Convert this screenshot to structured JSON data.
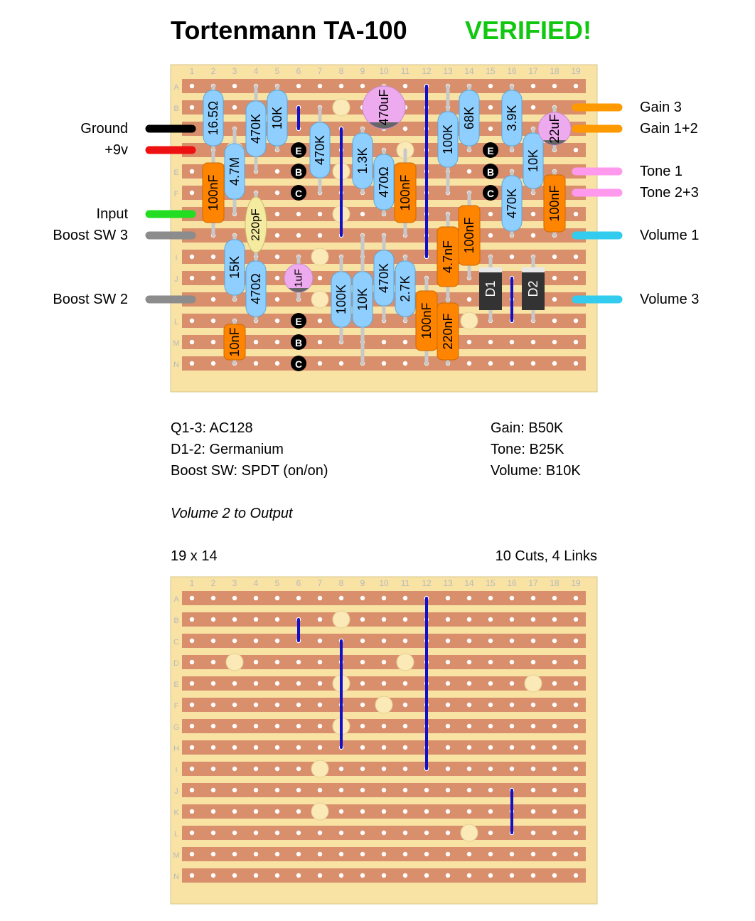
{
  "title": "Tortenmann TA-100",
  "status": "VERIFIED!",
  "columns": [
    "1",
    "2",
    "3",
    "4",
    "5",
    "6",
    "7",
    "8",
    "9",
    "10",
    "11",
    "12",
    "13",
    "14",
    "15",
    "16",
    "17",
    "18",
    "19"
  ],
  "rows": [
    "A",
    "B",
    "C",
    "D",
    "E",
    "F",
    "G",
    "H",
    "I",
    "J",
    "K",
    "L",
    "M",
    "N"
  ],
  "left_wires": [
    {
      "label": "Ground",
      "color": "#000000",
      "row": "C"
    },
    {
      "label": "+9v",
      "color": "#ee1111",
      "row": "D"
    },
    {
      "label": "Input",
      "color": "#22dd22",
      "row": "G"
    },
    {
      "label": "Boost SW 3",
      "color": "#8c8c8c",
      "row": "H"
    },
    {
      "label": "Boost SW 2",
      "color": "#8c8c8c",
      "row": "K"
    }
  ],
  "right_wires": [
    {
      "label": "Gain 3",
      "color": "#ff9900",
      "row": "B"
    },
    {
      "label": "Gain 1+2",
      "color": "#ff9900",
      "row": "C"
    },
    {
      "label": "Tone 1",
      "color": "#ff99ee",
      "row": "E"
    },
    {
      "label": "Tone 2+3",
      "color": "#ff99ee",
      "row": "F"
    },
    {
      "label": "Volume 1",
      "color": "#33ccee",
      "row": "H"
    },
    {
      "label": "Volume 3",
      "color": "#33ccee",
      "row": "K"
    }
  ],
  "components": [
    {
      "type": "resistor",
      "label": "16.5Ω",
      "col": 2,
      "row1": "A",
      "row2": "D"
    },
    {
      "type": "resistor",
      "label": "470K",
      "col": 4,
      "row1": "A",
      "row2": "E"
    },
    {
      "type": "resistor",
      "label": "10K",
      "col": 5,
      "row1": "A",
      "row2": "D"
    },
    {
      "type": "resistor",
      "label": "470K",
      "col": 7,
      "row1": "B",
      "row2": "F"
    },
    {
      "type": "resistor",
      "label": "4.7M",
      "col": 3,
      "row1": "C",
      "row2": "G"
    },
    {
      "type": "resistor",
      "label": "1.3K",
      "col": 9,
      "row1": "C",
      "row2": "F"
    },
    {
      "type": "resistor",
      "label": "470Ω",
      "col": 10,
      "row1": "D",
      "row2": "G"
    },
    {
      "type": "resistor",
      "label": "100K",
      "col": 13,
      "row1": "A",
      "row2": "F"
    },
    {
      "type": "resistor",
      "label": "68K",
      "col": 14,
      "row1": "A",
      "row2": "D"
    },
    {
      "type": "resistor",
      "label": "3.9K",
      "col": 16,
      "row1": "A",
      "row2": "D"
    },
    {
      "type": "resistor",
      "label": "10K",
      "col": 17,
      "row1": "C",
      "row2": "F"
    },
    {
      "type": "resistor",
      "label": "470K",
      "col": 16,
      "row1": "E",
      "row2": "H"
    },
    {
      "type": "resistor",
      "label": "15K",
      "col": 3,
      "row1": "H",
      "row2": "K"
    },
    {
      "type": "resistor",
      "label": "470Ω",
      "col": 4,
      "row1": "I",
      "row2": "L"
    },
    {
      "type": "resistor",
      "label": "100K",
      "col": 8,
      "row1": "I",
      "row2": "M"
    },
    {
      "type": "resistor",
      "label": "10K",
      "col": 9,
      "row1": "H",
      "row2": "N"
    },
    {
      "type": "resistor",
      "label": "470K",
      "col": 10,
      "row1": "H",
      "row2": "L"
    },
    {
      "type": "resistor",
      "label": "2.7K",
      "col": 11,
      "row1": "I",
      "row2": "L"
    },
    {
      "type": "film",
      "label": "100nF",
      "col": 2,
      "row1": "D",
      "row2": "H"
    },
    {
      "type": "film",
      "label": "100nF",
      "col": 11,
      "row1": "D",
      "row2": "H"
    },
    {
      "type": "film",
      "label": "100nF",
      "col": 14,
      "row1": "F",
      "row2": "J"
    },
    {
      "type": "film",
      "label": "4.7nF",
      "col": 13,
      "row1": "G",
      "row2": "K"
    },
    {
      "type": "film",
      "label": "100nF",
      "col": 18,
      "row1": "E",
      "row2": "H"
    },
    {
      "type": "film",
      "label": "100nF",
      "col": 12,
      "row1": "J",
      "row2": "N"
    },
    {
      "type": "film",
      "label": "220nF",
      "col": 13,
      "row1": "K",
      "row2": "N"
    },
    {
      "type": "film",
      "label": "10nF",
      "col": 3,
      "row1": "L",
      "row2": "N"
    },
    {
      "type": "ceramic",
      "label": "220pF",
      "col": 4,
      "row1": "F",
      "row2": "I"
    },
    {
      "type": "elco",
      "label": "470uF",
      "col": 10,
      "row1": "A",
      "row2": "C",
      "size": "big"
    },
    {
      "type": "elco",
      "label": "22uF",
      "col": 18,
      "row1": "B",
      "row2": "D",
      "size": "mid"
    },
    {
      "type": "elco",
      "label": "1uF",
      "col": 6,
      "row1": "I",
      "row2": "K",
      "size": "small"
    },
    {
      "type": "diode",
      "label": "D1",
      "col": 15,
      "row1": "I",
      "row2": "L"
    },
    {
      "type": "diode",
      "label": "D2",
      "col": 17,
      "row1": "I",
      "row2": "L"
    }
  ],
  "transistors": [
    {
      "pins": [
        "E",
        "B",
        "C"
      ],
      "col": 6,
      "start_row": "D"
    },
    {
      "pins": [
        "E",
        "B",
        "C"
      ],
      "col": 15,
      "start_row": "D"
    },
    {
      "pins": [
        "E",
        "B",
        "C"
      ],
      "col": 6,
      "start_row": "L"
    }
  ],
  "links": [
    {
      "col": 6,
      "row1": "B",
      "row2": "C"
    },
    {
      "col": 8,
      "row1": "C",
      "row2": "H"
    },
    {
      "col": 12,
      "row1": "A",
      "row2": "I"
    },
    {
      "col": 16,
      "row1": "J",
      "row2": "L"
    }
  ],
  "cuts": [
    {
      "col": 8,
      "row": "B"
    },
    {
      "col": 3,
      "row": "D"
    },
    {
      "col": 11,
      "row": "D"
    },
    {
      "col": 17,
      "row": "E"
    },
    {
      "col": 10,
      "row": "F"
    },
    {
      "col": 8,
      "row": "G"
    },
    {
      "col": 7,
      "row": "I"
    },
    {
      "col": 7,
      "row": "K"
    },
    {
      "col": 14,
      "row": "L"
    },
    {
      "col": 8,
      "row": "E"
    }
  ],
  "info_left": [
    "Q1-3: AC128",
    "D1-2: Germanium",
    "Boost SW: SPDT (on/on)"
  ],
  "info_right": [
    "Gain: B50K",
    "Tone: B25K",
    "Volume: B10K"
  ],
  "note": "Volume 2 to Output",
  "board_size": "19 x 14",
  "cuts_links": "10 Cuts, 4 Links",
  "colors": {
    "board": "#f8e3a4",
    "strip": "#d98e6c",
    "resistor": "#8fcfff",
    "film": "#ff8400",
    "ceramic": "#f4eba0",
    "elco": "#eeaaee",
    "diode": "#333333",
    "link": "#1010cc",
    "cut": "#fbeab8"
  }
}
